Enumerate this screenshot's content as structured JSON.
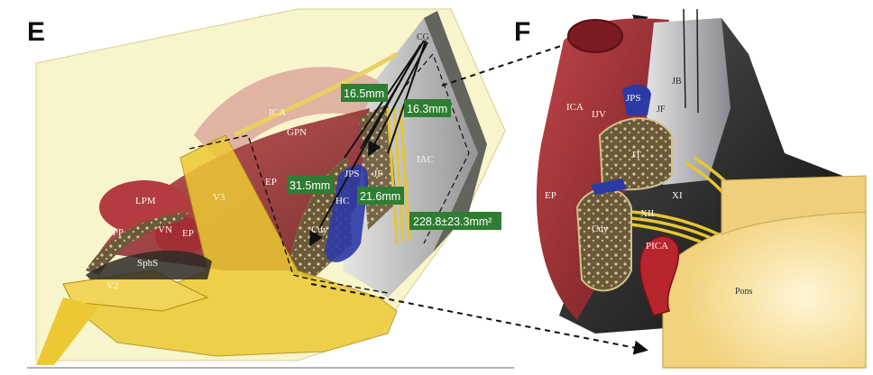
{
  "panels": {
    "left": "E",
    "right": "F"
  },
  "measurements": {
    "m1": "16.5mm",
    "m2": "16.3mm",
    "m3": "31.5mm",
    "m4": "21.6mm",
    "m5": "228.8±23.3mm²"
  },
  "labels_e": {
    "cg": "CG",
    "ica": "ICA",
    "gpn": "GPN",
    "ep": "EP",
    "jps": "JPS",
    "jf": "JF",
    "iac": "IAC",
    "hc": "HC",
    "cdy": "Cdy",
    "v3": "V3",
    "lpm": "LPM",
    "lpp": "LPP",
    "vn": "VN",
    "ep2": "EP",
    "sphs": "SphS",
    "v2": "V2"
  },
  "labels_f": {
    "ica": "ICA",
    "ijv": "IJV",
    "jps": "JPS",
    "jb": "JB",
    "jf": "JF",
    "jt": "JT",
    "ep": "EP",
    "xi": "XI",
    "xii": "XII",
    "cdy": "Cdy",
    "pica": "PICA",
    "pons": "Pons"
  },
  "colors": {
    "yellow_nerve": "#ecc934",
    "red_muscle": "#a23236",
    "green_badge": "#2e7d32",
    "blue_vessel": "#2c3aa6"
  }
}
